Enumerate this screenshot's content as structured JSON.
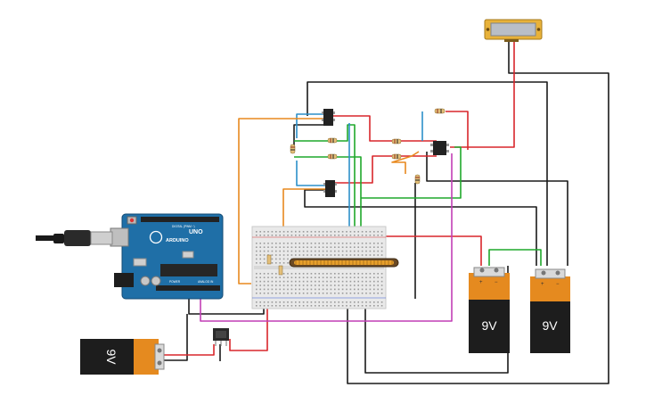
{
  "arduino": {
    "logo": "ARDUINO",
    "model": "UNO",
    "header_digital": "DIGITAL (PWM ~)",
    "header_power": "POWER",
    "header_analog": "ANALOG IN"
  },
  "batteries": {
    "left_label": "9V",
    "right_label": "9V",
    "bottom_label": "9V",
    "plus": "+",
    "minus": "−"
  },
  "colors": {
    "wire_black": "#1a1a1a",
    "wire_red": "#d8262b",
    "wire_green": "#1fa82b",
    "wire_blue": "#2b8fc9",
    "wire_orange": "#e8891e",
    "wire_magenta": "#c23fb6",
    "arduino_blue": "#1f6fa7",
    "battery_orange": "#e58a1f",
    "lcd_frame": "#e8b23a"
  }
}
